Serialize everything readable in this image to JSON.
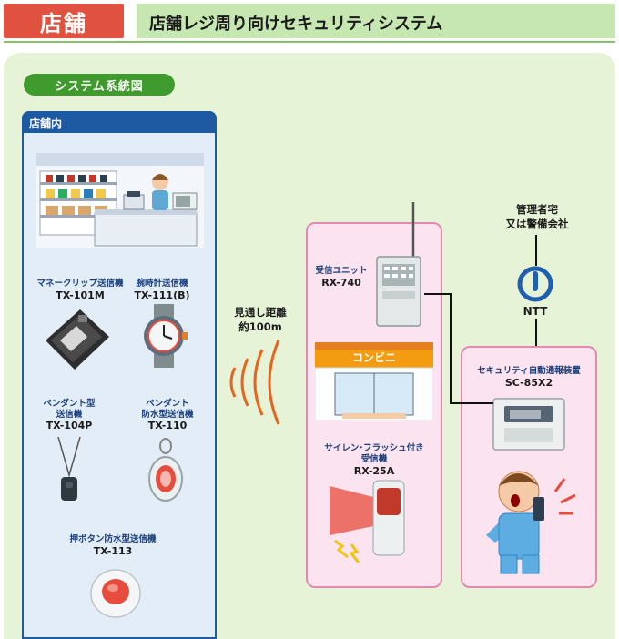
{
  "header": {
    "tag": "店舗",
    "title": "店舗レジ周り向けセキュリティシステム"
  },
  "system_label": "システム系統図",
  "store": {
    "title": "店舗内",
    "devices": [
      {
        "label": "マネークリップ送信機",
        "model": "TX-101M"
      },
      {
        "label": "腕時計送信機",
        "model": "TX-111(B)"
      },
      {
        "label": "ペンダント型\n送信機",
        "model": "TX-104P"
      },
      {
        "label": "ペンダント\n防水型送信機",
        "model": "TX-110"
      },
      {
        "label": "押ボタン防水型送信機",
        "model": "TX-113"
      }
    ]
  },
  "range": {
    "line1": "見通し距離",
    "line2": "約100m"
  },
  "receiver": {
    "label": "受信ユニット",
    "model": "RX-740"
  },
  "konbini_sign": "コンビニ",
  "siren": {
    "label": "サイレン･フラッシュ付き\n受信機",
    "model": "RX-25A"
  },
  "manager": {
    "line1": "管理者宅",
    "line2": "又は警備会社"
  },
  "ntt": "NTT",
  "dialer": {
    "label": "セキュリティ自動通報装置",
    "model": "SC-85X2"
  },
  "colors": {
    "header_tag": "#e0523f",
    "header_band": "#c6e7b2",
    "panel": "#e7f3d6",
    "pill": "#3f9b2d",
    "store_border": "#1d5aa2",
    "store_bg": "#e3edf8",
    "pink_bg": "#fbe3ef",
    "pink_border": "#e389b1",
    "wave": "#e8641c"
  }
}
